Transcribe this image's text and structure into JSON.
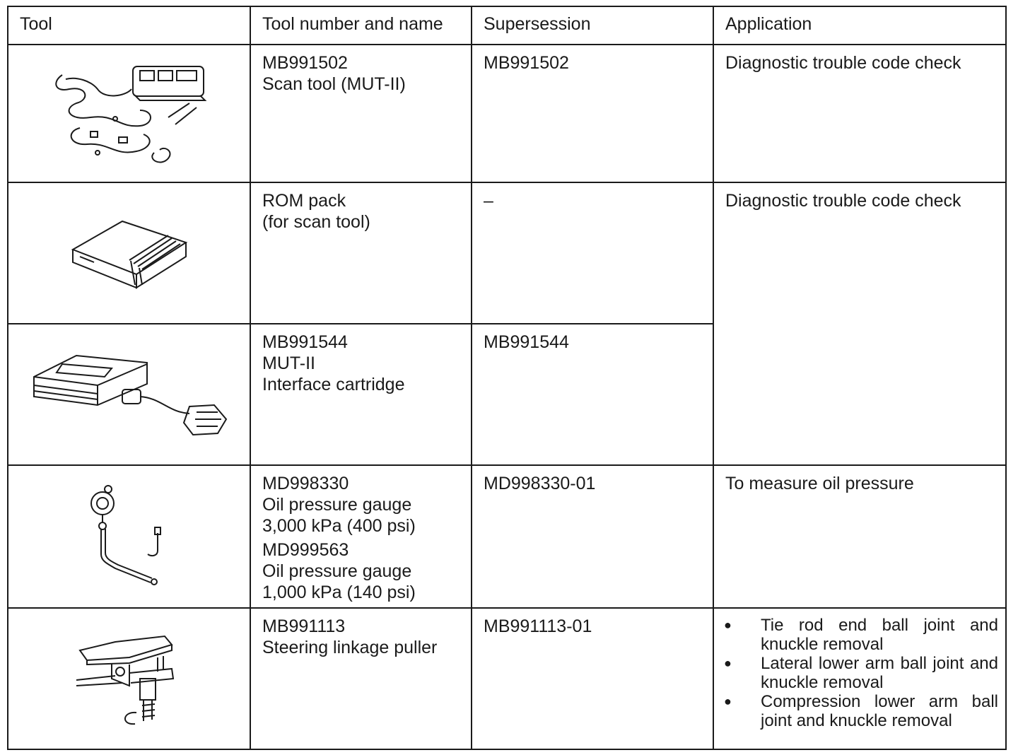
{
  "headers": {
    "tool": "Tool",
    "name": "Tool number and name",
    "supersession": "Supersession",
    "application": "Application"
  },
  "rows": [
    {
      "icon": "scan-tool-mut-ii-icon",
      "name_lines": [
        "MB991502",
        "Scan tool (MUT-II)"
      ],
      "supersession": "MB991502",
      "application": "Diagnostic trouble code check"
    },
    {
      "icon": "rom-pack-icon",
      "name_lines": [
        "ROM pack",
        "(for scan tool)"
      ],
      "supersession": "–",
      "application": "Diagnostic trouble code check"
    },
    {
      "icon": "interface-cartridge-icon",
      "name_lines": [
        "MB991544",
        "MUT-II",
        "Interface cartridge"
      ],
      "supersession": "MB991544"
    },
    {
      "icon": "oil-pressure-gauge-icon",
      "name_lines": [
        "MD998330",
        "Oil pressure gauge",
        "3,000 kPa (400 psi)",
        "MD999563",
        "Oil pressure gauge",
        "1,000 kPa (140 psi)"
      ],
      "supersession": "MD998330-01",
      "application": "To measure oil pressure"
    },
    {
      "icon": "steering-linkage-puller-icon",
      "name_lines": [
        "MB991113",
        "Steering linkage puller"
      ],
      "supersession": "MB991113-01",
      "application_bullets": [
        "Tie rod end ball joint and knuckle removal",
        "Lateral lower arm ball joint and knuckle removal",
        "Compression lower arm ball joint and knuckle removal"
      ]
    }
  ]
}
